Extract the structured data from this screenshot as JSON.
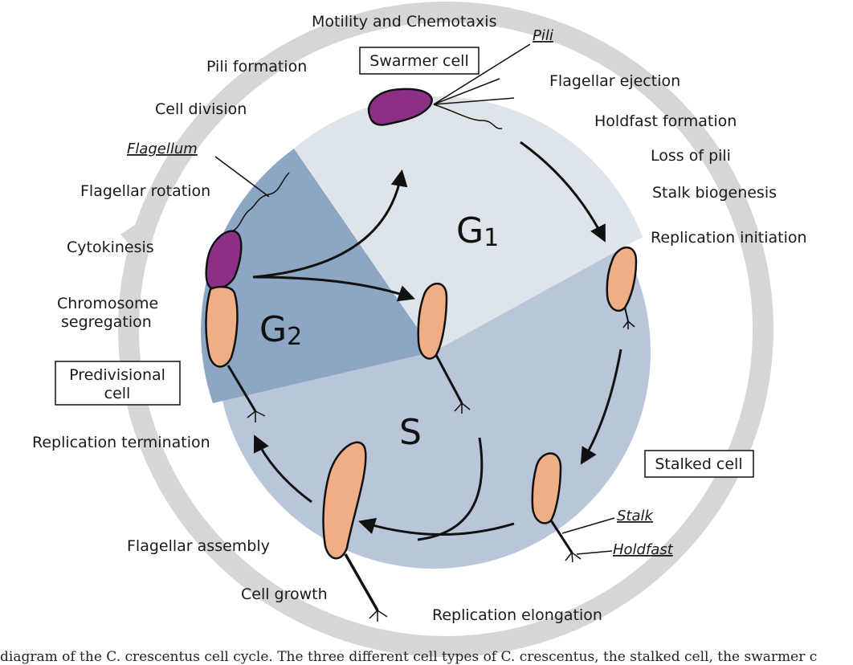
{
  "diagram": {
    "phases": {
      "g1": "G",
      "g1_sub": "1",
      "g2": "G",
      "g2_sub": "2",
      "s": "S"
    },
    "boxes": {
      "swarmer": "Swarmer cell",
      "stalked": "Stalked cell",
      "predivisional_line1": "Predivisional",
      "predivisional_line2": "cell"
    },
    "structures": {
      "pili": "Pili",
      "flagellum": "Flagellum",
      "stalk": "Stalk",
      "holdfast": "Holdfast"
    },
    "events": {
      "motility": "Motility and Chemotaxis",
      "pili_formation": "Pili formation",
      "cell_division": "Cell division",
      "flagellar_rotation": "Flagellar rotation",
      "cytokinesis": "Cytokinesis",
      "chromosome_segregation_1": "Chromosome",
      "chromosome_segregation_2": "segregation",
      "flagellar_ejection": "Flagellar ejection",
      "holdfast_formation": "Holdfast formation",
      "loss_of_pili": "Loss of pili",
      "stalk_biogenesis": "Stalk biogenesis",
      "replication_initiation": "Replication initiation",
      "replication_termination": "Replication termination",
      "flagellar_assembly": "Flagellar assembly",
      "cell_growth": "Cell growth",
      "replication_elongation": "Replication elongation"
    },
    "colors": {
      "g1_sector": "#dde4ea",
      "s_sector": "#b9c6da",
      "g2_sector": "#8da6c4",
      "outer_ring": "#d6d6d6",
      "swarmer_cell": "#8e2f86",
      "stalked_cell": "#f0ae86"
    }
  },
  "caption": "diagram of the C. crescentus cell cycle. The three different cell types of C. crescentus, the stalked cell, the swarmer c"
}
